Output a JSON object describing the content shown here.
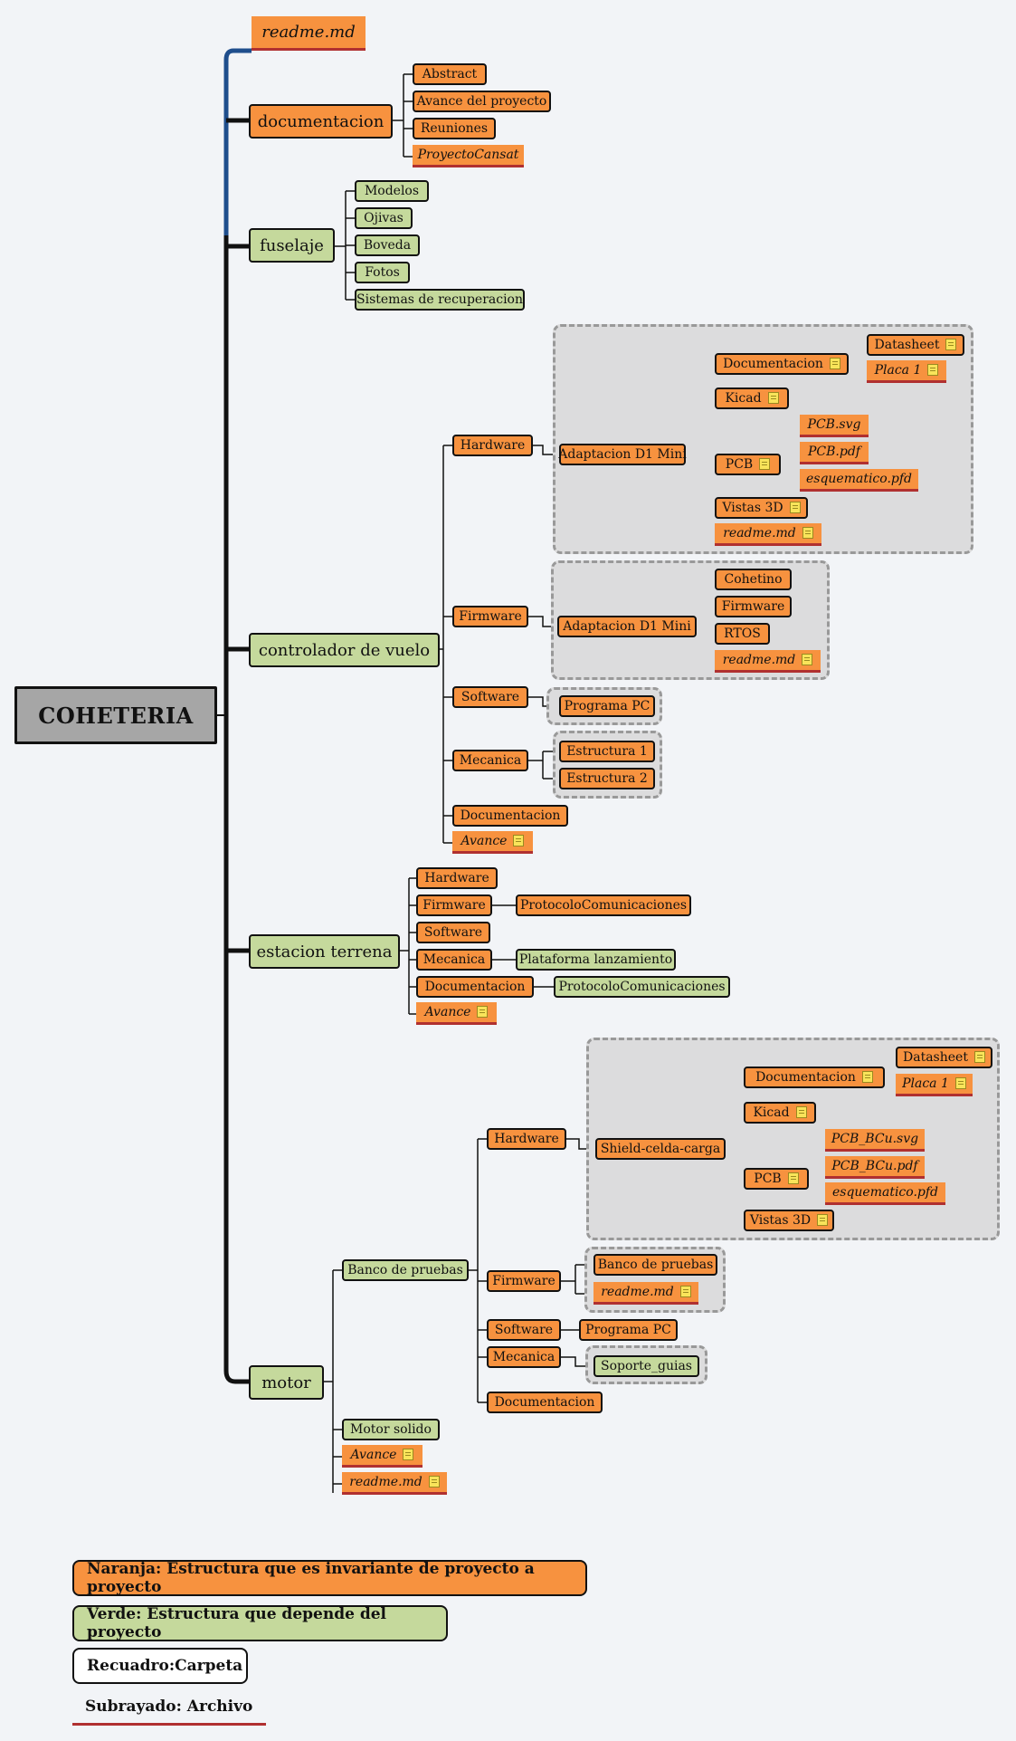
{
  "root": "COHETERIA",
  "n": {
    "readme_top": "readme.md",
    "doc": "documentacion",
    "doc_abstract": "Abstract",
    "doc_avance": "Avance del proyecto",
    "doc_reuniones": "Reuniones",
    "doc_cansat": "ProyectoCansat",
    "fus": "fuselaje",
    "fus_modelos": "Modelos",
    "fus_ojivas": "Ojivas",
    "fus_boveda": "Boveda",
    "fus_fotos": "Fotos",
    "fus_sistemas": "Sistemas de recuperacion",
    "cv": "controlador de vuelo",
    "cv_hw": "Hardware",
    "cv_hw_ad": "Adaptacion D1 Mini",
    "cv_hw_doc": "Documentacion",
    "cv_hw_datasheet": "Datasheet",
    "cv_hw_placa": "Placa 1",
    "cv_hw_kicad": "Kicad",
    "cv_hw_pcb": "PCB",
    "cv_hw_pcbsvg": "PCB.svg",
    "cv_hw_pcbpdf": "PCB.pdf",
    "cv_hw_esq": "esquematico.pfd",
    "cv_hw_vistas": "Vistas 3D",
    "cv_hw_readme": "readme.md",
    "cv_fw": "Firmware",
    "cv_fw_ad": "Adaptacion D1 Mini",
    "cv_fw_cohetino": "Cohetino",
    "cv_fw_firmware": "Firmware",
    "cv_fw_rtos": "RTOS",
    "cv_fw_readme": "readme.md",
    "cv_sw": "Software",
    "cv_sw_prog": "Programa PC",
    "cv_mec": "Mecanica",
    "cv_mec_e1": "Estructura 1",
    "cv_mec_e2": "Estructura 2",
    "cv_doc": "Documentacion",
    "cv_avance": "Avance",
    "et": "estacion terrena",
    "et_hw": "Hardware",
    "et_fw": "Firmware",
    "et_fw_proto": "ProtocoloComunicaciones",
    "et_sw": "Software",
    "et_mec": "Mecanica",
    "et_mec_plat": "Plataforma lanzamiento",
    "et_doc": "Documentacion",
    "et_doc_proto": "ProtocoloComunicaciones",
    "et_avance": "Avance",
    "mo": "motor",
    "mo_banco": "Banco de pruebas",
    "mo_hw": "Hardware",
    "mo_hw_shield": "Shield-celda-carga",
    "mo_hw_doc": "Documentacion",
    "mo_hw_datasheet": "Datasheet",
    "mo_hw_placa": "Placa 1",
    "mo_hw_kicad": "Kicad",
    "mo_hw_pcb": "PCB",
    "mo_hw_bcusvg": "PCB_BCu.svg",
    "mo_hw_bcupdf": "PCB_BCu.pdf",
    "mo_hw_esq": "esquematico.pfd",
    "mo_hw_vistas": "Vistas 3D",
    "mo_fw": "Firmware",
    "mo_fw_banco": "Banco de pruebas",
    "mo_fw_readme": "readme.md",
    "mo_sw": "Software",
    "mo_sw_prog": "Programa PC",
    "mo_mec": "Mecanica",
    "mo_mec_sop": "Soporte_guias",
    "mo_doc": "Documentacion",
    "mo_solido": "Motor solido",
    "mo_avance": "Avance",
    "mo_readme": "readme.md"
  },
  "legend": {
    "naranja": "Naranja: Estructura que es invariante  de proyecto a proyecto",
    "verde": "Verde: Estructura que depende del proyecto",
    "recuadro": "Recuadro:Carpeta",
    "subrayado": "Subrayado: Archivo"
  },
  "colors": {
    "orange": "#f7923f",
    "green": "#c5d99c",
    "root_gray": "#a6a6a6",
    "group_gray": "#dcdcdd",
    "file_underline": "#b03030",
    "main_branch_blue": "#1f4e8c"
  }
}
